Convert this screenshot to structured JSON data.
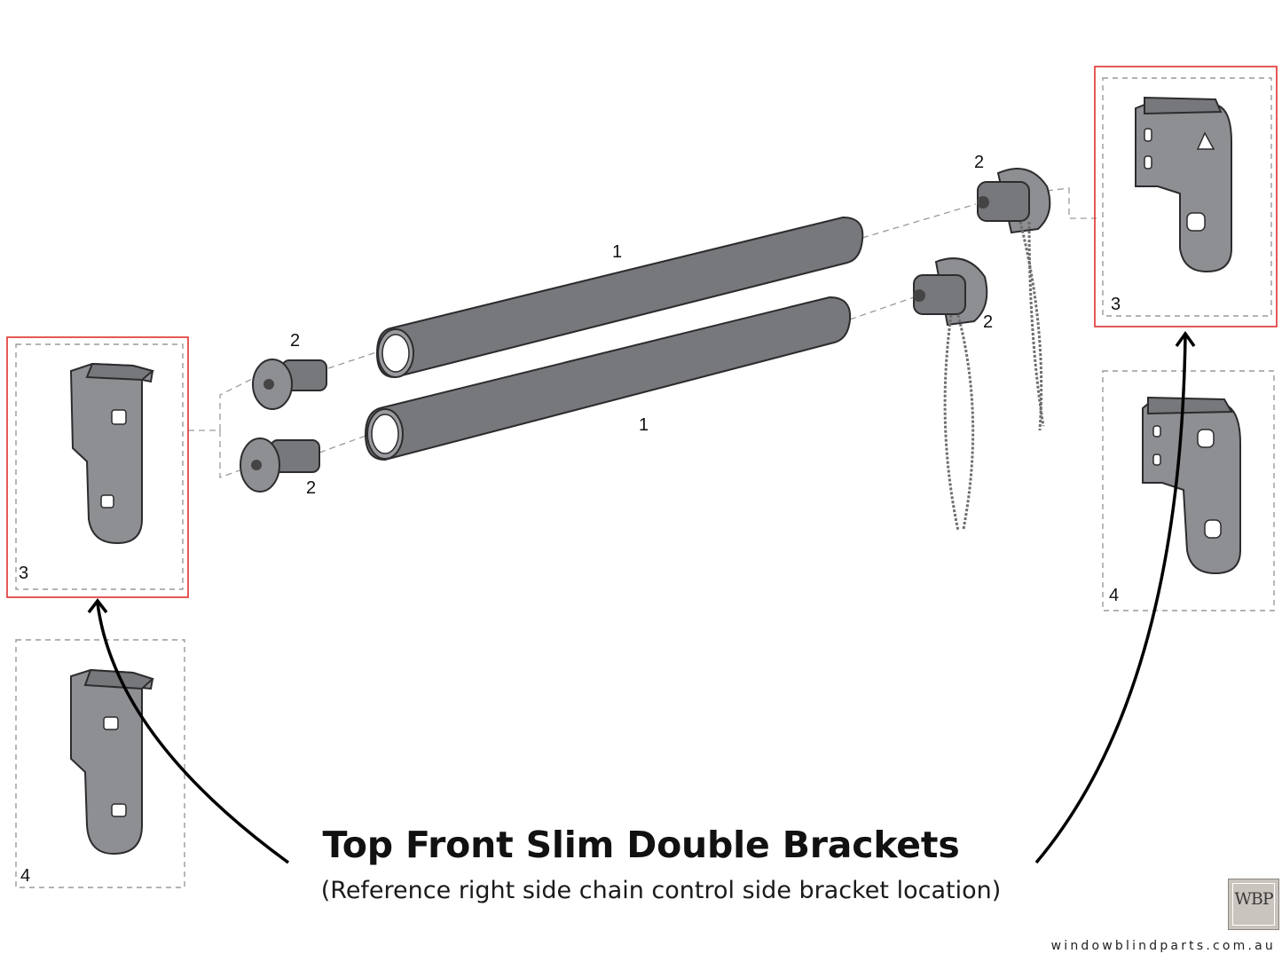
{
  "title": "Top Front Slim Double Brackets",
  "subtitle": "(Reference right side chain control side bracket location)",
  "website": "windowblindparts.com.au",
  "logo_text": "WBP",
  "callouts": {
    "tube_upper": "1",
    "tube_lower": "1",
    "end_plug_upper": "2",
    "end_plug_lower": "2",
    "control_upper": "2",
    "control_lower": "2",
    "bracket_left_top": "3",
    "bracket_left_bottom": "4",
    "bracket_right_top": "3",
    "bracket_right_bottom": "4"
  },
  "colors": {
    "highlight": "#e0302e",
    "metal": "#77787c",
    "arrow": "#000000"
  }
}
